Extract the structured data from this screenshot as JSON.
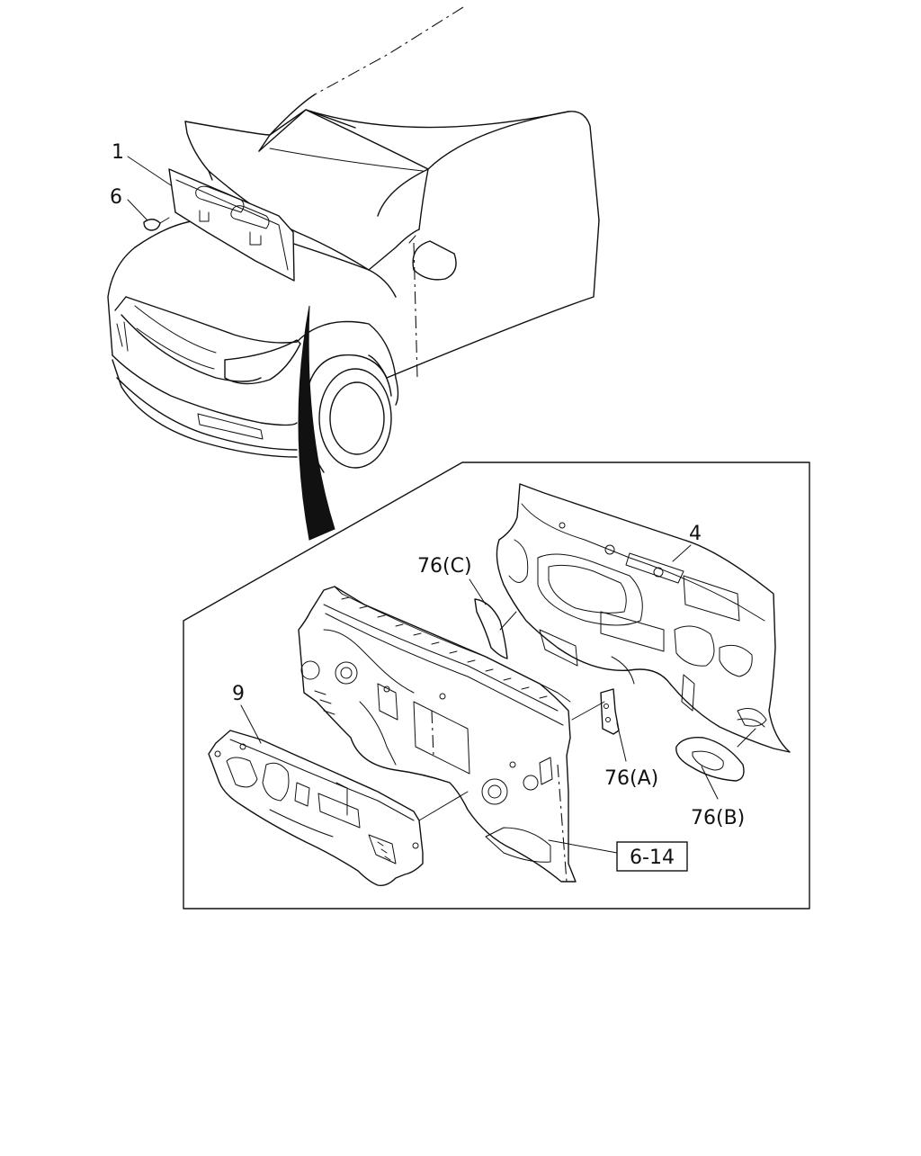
{
  "diagram": {
    "callouts": {
      "hood_insulator": "1",
      "clip": "6",
      "dash_insulator_outer": "4",
      "dash_insulator_inner": "9",
      "patch_a": "76(A)",
      "patch_b": "76(B)",
      "patch_c": "76(C)",
      "reference": "6-14"
    }
  }
}
